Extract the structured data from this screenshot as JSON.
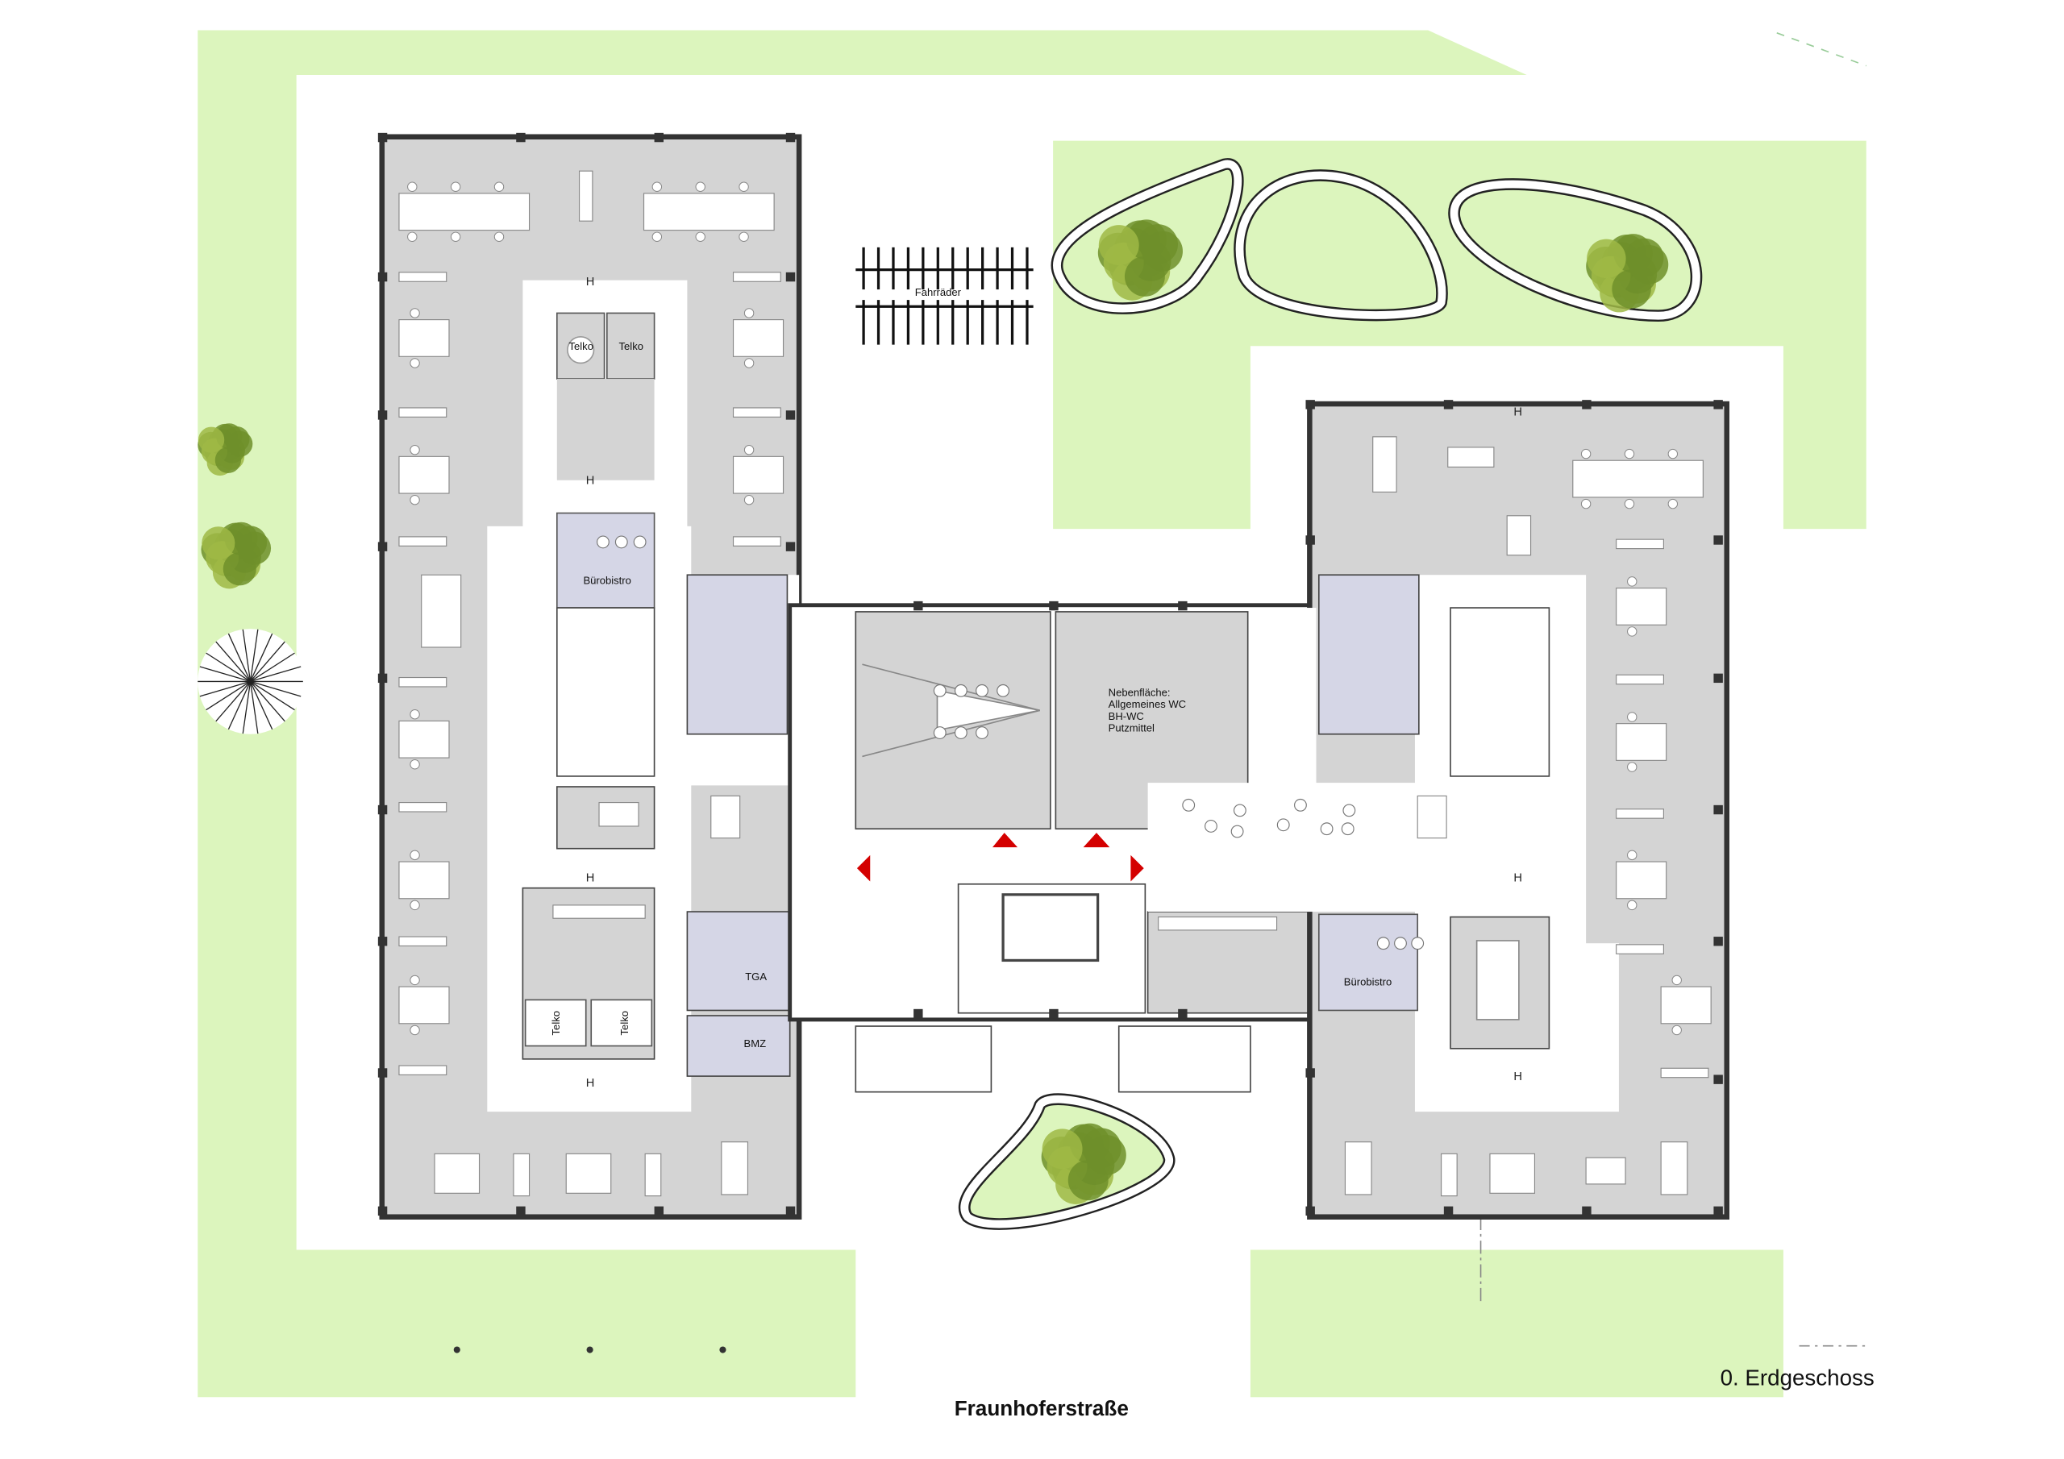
{
  "plan": {
    "floor_title": "0. Erdgeschoss",
    "street_name": "Fraunhoferstraße",
    "bike_parking_label": "Fahrräder",
    "rooms": {
      "telko_1": "Telko",
      "telko_2": "Telko",
      "telko_3": "Telko",
      "telko_4": "Telko",
      "buerobistro_left": "Bürobistro",
      "buerobistro_right": "Bürobistro",
      "tga": "TGA",
      "bmz": "BMZ",
      "nebenflaeche": [
        "Nebenfläche:",
        "Allgemeines WC",
        "BH-WC",
        "Putzmittel"
      ]
    },
    "hydrant_marker": "H"
  },
  "colors": {
    "green_area": "#dcf5bd",
    "office_floor": "#d4d4d4",
    "service_room": "#d5d6e6",
    "entrance_arrow": "#d40000",
    "wall": "#333333"
  }
}
